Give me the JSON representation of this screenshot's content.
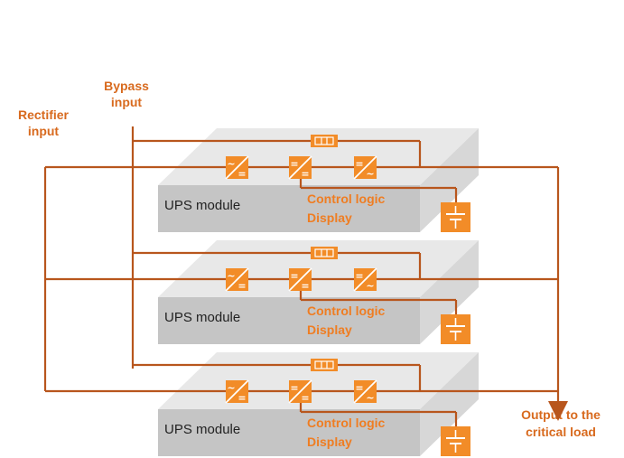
{
  "colors": {
    "wire": "#b8561d",
    "accent": "#f28c28",
    "label": "#d86a1e",
    "module_top": "#e8e8e8",
    "module_front": "#c5c5c5",
    "module_side": "#d7d7d7"
  },
  "labels": {
    "rectifier_input_line1": "Rectifier",
    "rectifier_input_line2": "input",
    "bypass_input_line1": "Bypass",
    "bypass_input_line2": "input",
    "output_line1": "Output to the",
    "output_line2": "critical load"
  },
  "modules": [
    {
      "name": "UPS module",
      "control": "Control logic",
      "display": "Display"
    },
    {
      "name": "UPS module",
      "control": "Control logic",
      "display": "Display"
    },
    {
      "name": "UPS module",
      "control": "Control logic",
      "display": "Display"
    }
  ],
  "icons": {
    "rectifier": "ac-dc-rectifier-icon",
    "converter": "dc-dc-converter-icon",
    "inverter": "dc-ac-inverter-icon",
    "static_switch": "static-bypass-switch-icon",
    "battery": "battery-icon"
  }
}
